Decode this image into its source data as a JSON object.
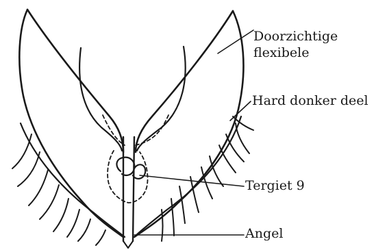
{
  "labels": {
    "flexibele": "Doorzichtige\nflexibele",
    "hard": "Hard donker deel",
    "tergiet": "Tergiet 9",
    "angel": "Angel"
  },
  "colors": {
    "ink": "#1a1a1a",
    "background": "#ffffff"
  }
}
